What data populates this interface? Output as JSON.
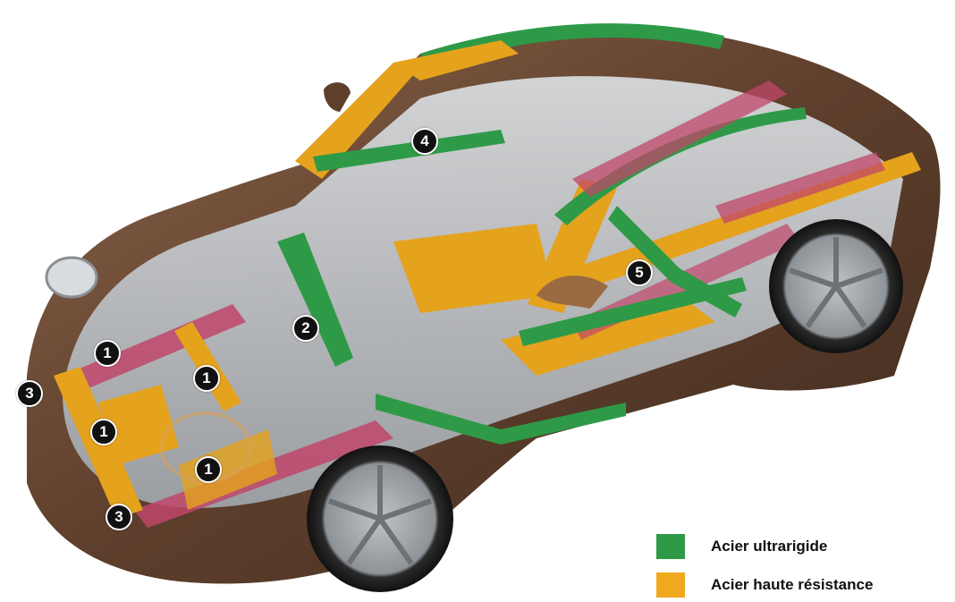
{
  "colors": {
    "ultra_steel": "#2e9a47",
    "high_steel": "#e5a21c",
    "boron_pink": "#c0476a",
    "body_brown": "#6b4a35",
    "body_frame": "#b8bcc1"
  },
  "callouts": [
    {
      "label": "1"
    },
    {
      "label": "1"
    },
    {
      "label": "1"
    },
    {
      "label": "1"
    },
    {
      "label": "2"
    },
    {
      "label": "3"
    },
    {
      "label": "3"
    },
    {
      "label": "4"
    },
    {
      "label": "5"
    }
  ],
  "legend": [
    {
      "label": "Acier ultrarigide",
      "color": "#2e9a47"
    },
    {
      "label": "Acier haute résistance",
      "color": "#f0a81e"
    }
  ]
}
